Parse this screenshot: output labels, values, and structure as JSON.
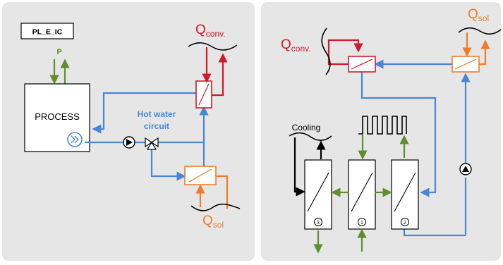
{
  "left_panel": {
    "tag_label": "PL_E_IC",
    "power_label": "P",
    "process_label": "PROCESS",
    "circuit_label_line1": "Hot water",
    "circuit_label_line2": "circuit",
    "q_conv_main": "Q",
    "q_conv_sub": "conv.",
    "q_sol_main": "Q",
    "q_sol_sub": "sol"
  },
  "right_panel": {
    "q_conv_main": "Q",
    "q_conv_sub": "conv.",
    "q_sol_main": "Q",
    "q_sol_sub": "sol",
    "cooling_label": "Cooling",
    "stage_numbers": [
      "3",
      "1",
      "2"
    ]
  },
  "colors": {
    "panel_bg": "#e6e6e6",
    "hot_water": "#4a86d6",
    "convective": "#d0192a",
    "solar": "#ee7d2b",
    "power": "#5f8e2e",
    "black": "#000000"
  }
}
